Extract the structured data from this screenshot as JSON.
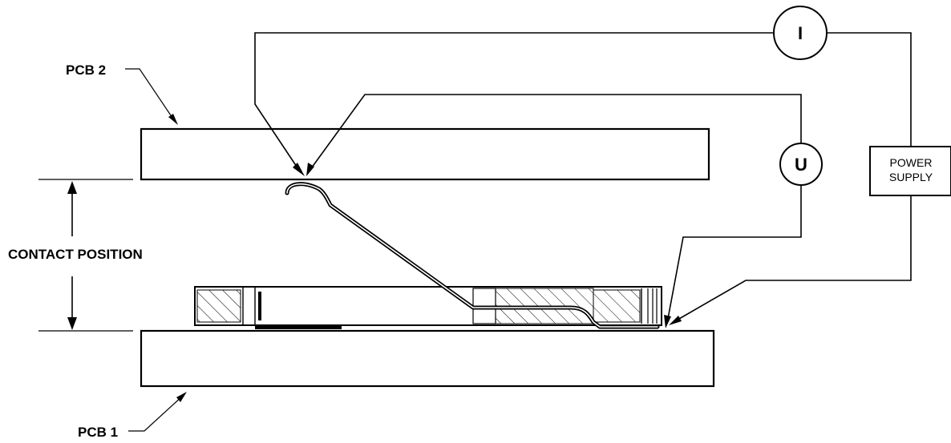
{
  "labels": {
    "pcb2": "PCB 2",
    "pcb1": "PCB 1",
    "contact_position": "CONTACT POSITION"
  },
  "meters": {
    "current": "I",
    "voltage": "U"
  },
  "power_supply": {
    "line1": "POWER",
    "line2": "SUPPLY"
  }
}
